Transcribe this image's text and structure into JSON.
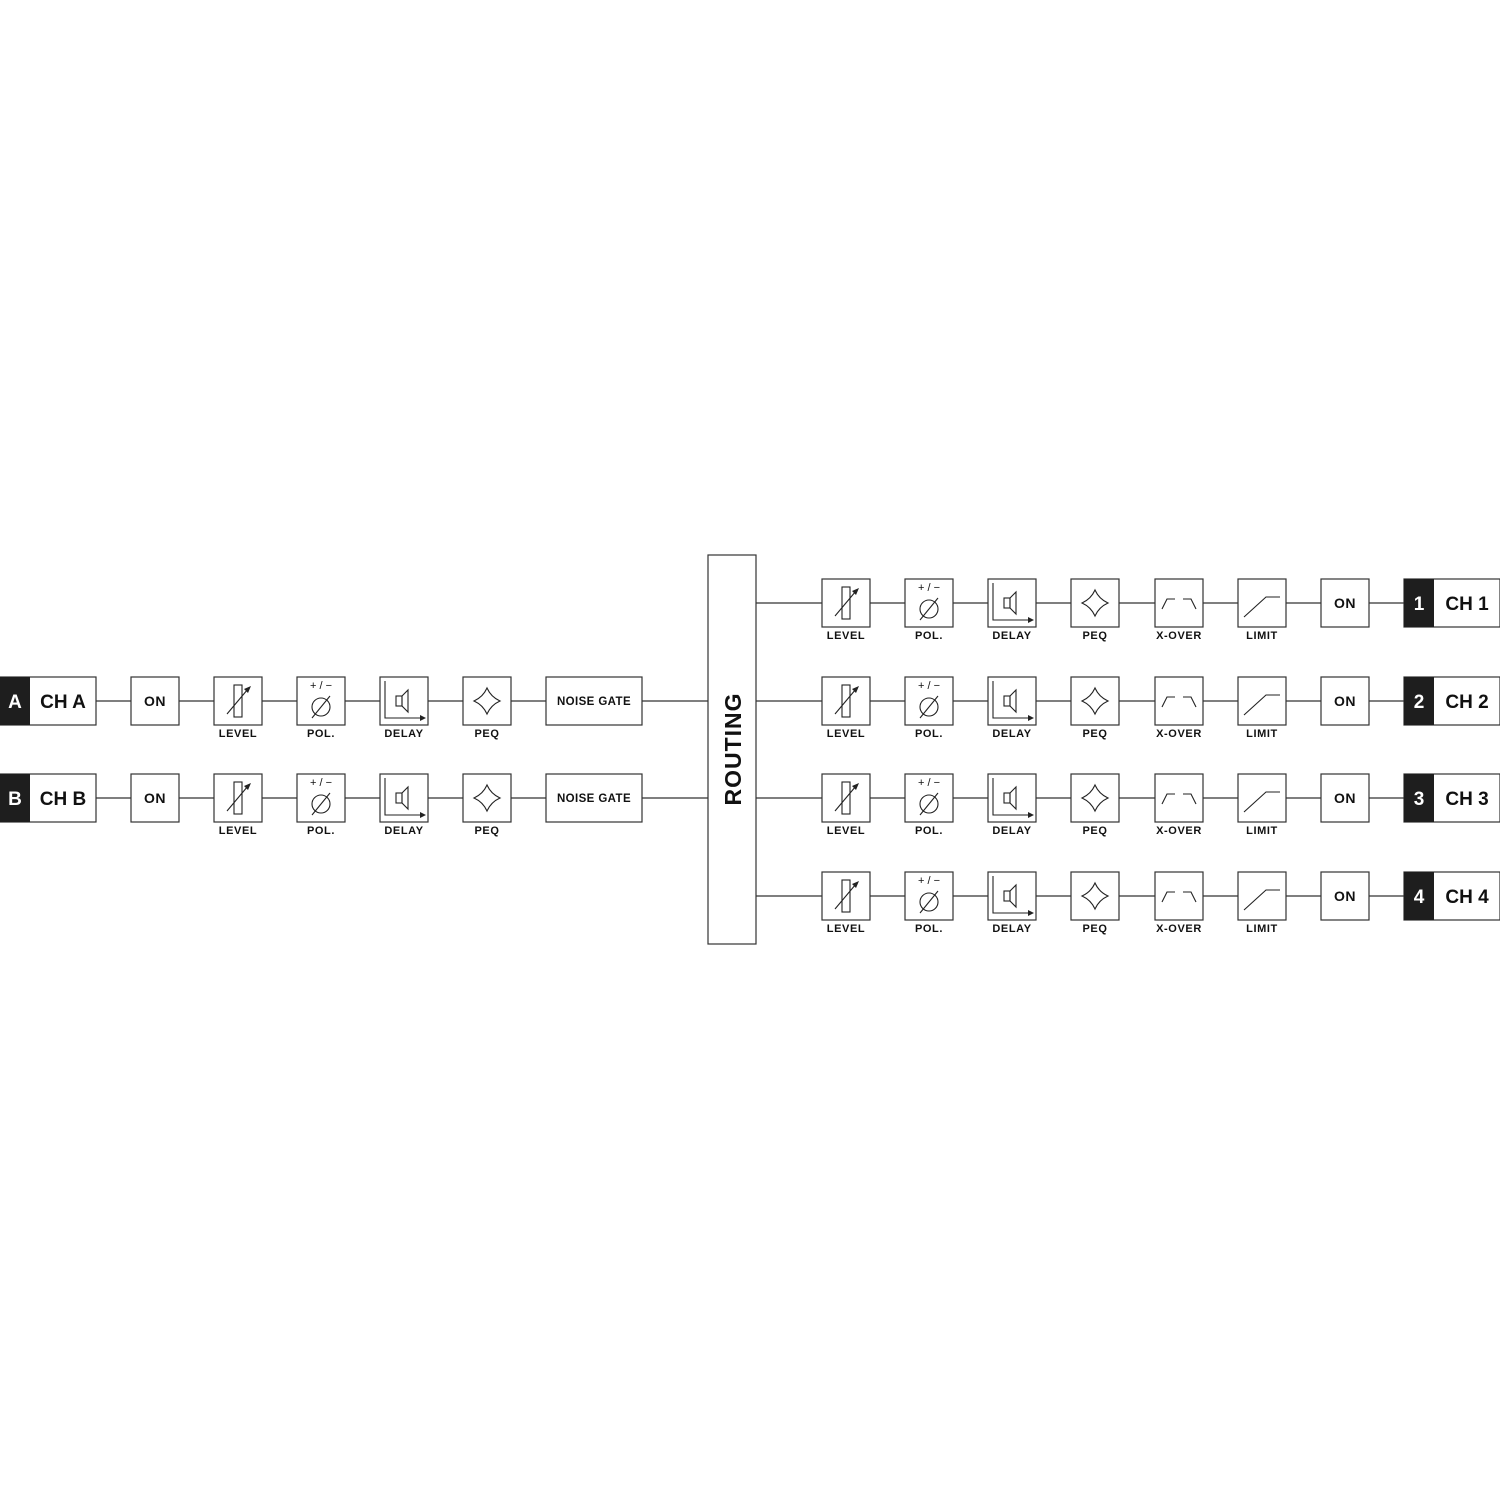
{
  "colors": {
    "line": "#333333",
    "tag_fill": "#1e1e1e",
    "tag_text": "#ffffff",
    "text": "#111111"
  },
  "routing_label": "ROUTING",
  "on_label": "ON",
  "noise_gate_label": "NOISE GATE",
  "polarity_symbol": "+ / −",
  "inputs": [
    {
      "tag": "A",
      "name": "CH A",
      "blocks": [
        {
          "icon": "level-icon",
          "label": "LEVEL"
        },
        {
          "icon": "polarity-icon",
          "label": "POL."
        },
        {
          "icon": "delay-icon",
          "label": "DELAY"
        },
        {
          "icon": "peq-icon",
          "label": "PEQ"
        }
      ]
    },
    {
      "tag": "B",
      "name": "CH B",
      "blocks": [
        {
          "icon": "level-icon",
          "label": "LEVEL"
        },
        {
          "icon": "polarity-icon",
          "label": "POL."
        },
        {
          "icon": "delay-icon",
          "label": "DELAY"
        },
        {
          "icon": "peq-icon",
          "label": "PEQ"
        }
      ]
    }
  ],
  "outputs": [
    {
      "tag": "1",
      "name": "CH 1",
      "blocks": [
        {
          "icon": "level-icon",
          "label": "LEVEL"
        },
        {
          "icon": "polarity-icon",
          "label": "POL."
        },
        {
          "icon": "delay-icon",
          "label": "DELAY"
        },
        {
          "icon": "peq-icon",
          "label": "PEQ"
        },
        {
          "icon": "crossover-icon",
          "label": "X-OVER"
        },
        {
          "icon": "limiter-icon",
          "label": "LIMIT"
        }
      ]
    },
    {
      "tag": "2",
      "name": "CH 2",
      "blocks": [
        {
          "icon": "level-icon",
          "label": "LEVEL"
        },
        {
          "icon": "polarity-icon",
          "label": "POL."
        },
        {
          "icon": "delay-icon",
          "label": "DELAY"
        },
        {
          "icon": "peq-icon",
          "label": "PEQ"
        },
        {
          "icon": "crossover-icon",
          "label": "X-OVER"
        },
        {
          "icon": "limiter-icon",
          "label": "LIMIT"
        }
      ]
    },
    {
      "tag": "3",
      "name": "CH 3",
      "blocks": [
        {
          "icon": "level-icon",
          "label": "LEVEL"
        },
        {
          "icon": "polarity-icon",
          "label": "POL."
        },
        {
          "icon": "delay-icon",
          "label": "DELAY"
        },
        {
          "icon": "peq-icon",
          "label": "PEQ"
        },
        {
          "icon": "crossover-icon",
          "label": "X-OVER"
        },
        {
          "icon": "limiter-icon",
          "label": "LIMIT"
        }
      ]
    },
    {
      "tag": "4",
      "name": "CH 4",
      "blocks": [
        {
          "icon": "level-icon",
          "label": "LEVEL"
        },
        {
          "icon": "polarity-icon",
          "label": "POL."
        },
        {
          "icon": "delay-icon",
          "label": "DELAY"
        },
        {
          "icon": "peq-icon",
          "label": "PEQ"
        },
        {
          "icon": "crossover-icon",
          "label": "X-OVER"
        },
        {
          "icon": "limiter-icon",
          "label": "LIMIT"
        }
      ]
    }
  ]
}
